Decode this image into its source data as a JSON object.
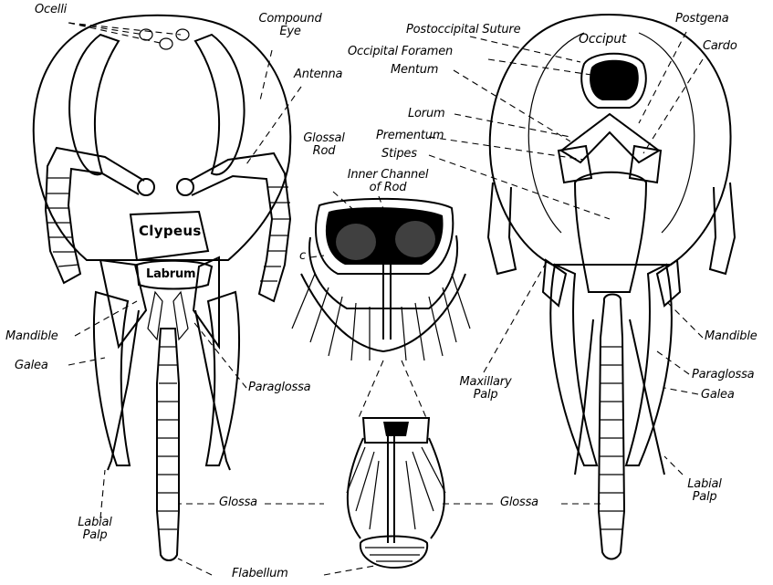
{
  "labels": {
    "ocelli": "Ocelli",
    "compound_eye": [
      "Compound",
      "Eye"
    ],
    "antenna": "Antenna",
    "clypeus": "Clypeus",
    "labrum": "Labrum",
    "mandible_left": "Mandible",
    "galea_left": "Galea",
    "paraglossa_left": "Paraglossa",
    "labial_palp_left": [
      "Labial",
      "Palp"
    ],
    "glossa_left": "Glossa",
    "flabellum": "Flabellum",
    "glossal_rod": [
      "Glossal",
      "Rod"
    ],
    "inner_channel": [
      "Inner Channel",
      "of Rod"
    ],
    "c": "c",
    "postoccipital_suture": "Postoccipital Suture",
    "postgena": "Postgena",
    "occiput": "Occiput",
    "occipital_foramen": "Occipital Foramen",
    "cardo": "Cardo",
    "mentum": "Mentum",
    "lorum": "Lorum",
    "prementum": "Prementum",
    "stipes": "Stipes",
    "mandible_right": "Mandible",
    "maxillary_palp": [
      "Maxillary",
      "Palp"
    ],
    "paraglossa_right": "Paraglossa",
    "galea_right": "Galea",
    "labial_palp_right": [
      "Labial",
      "Palp"
    ],
    "glossa_right": "Glossa"
  }
}
